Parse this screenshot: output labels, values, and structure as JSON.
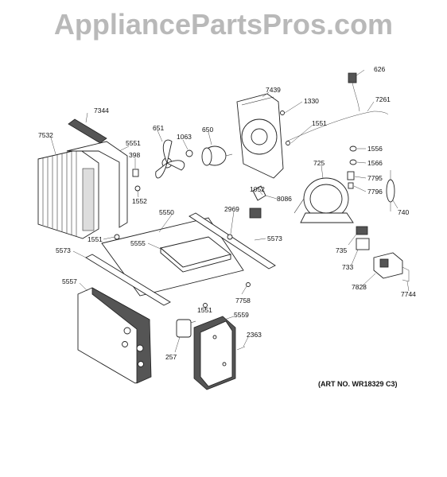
{
  "watermark": "AppliancePartsPros.com",
  "art_number": "(ART NO. WR18329 C3)",
  "callouts": [
    {
      "id": "c626",
      "text": "626"
    },
    {
      "id": "c7439",
      "text": "7439"
    },
    {
      "id": "c1330",
      "text": "1330"
    },
    {
      "id": "c7261",
      "text": "7261"
    },
    {
      "id": "c7344",
      "text": "7344"
    },
    {
      "id": "c1551a",
      "text": "1551"
    },
    {
      "id": "c651",
      "text": "651"
    },
    {
      "id": "c1063",
      "text": "1063"
    },
    {
      "id": "c650",
      "text": "650"
    },
    {
      "id": "c7532",
      "text": "7532"
    },
    {
      "id": "c5551",
      "text": "5551"
    },
    {
      "id": "c398",
      "text": "398"
    },
    {
      "id": "c1556",
      "text": "1556"
    },
    {
      "id": "c1566",
      "text": "1566"
    },
    {
      "id": "c725",
      "text": "725"
    },
    {
      "id": "c7795",
      "text": "7795"
    },
    {
      "id": "c7796",
      "text": "7796"
    },
    {
      "id": "c1552",
      "text": "1552"
    },
    {
      "id": "c1052",
      "text": "1052"
    },
    {
      "id": "c8086",
      "text": "8086"
    },
    {
      "id": "c740",
      "text": "740"
    },
    {
      "id": "c5550",
      "text": "5550"
    },
    {
      "id": "c2969",
      "text": "2969"
    },
    {
      "id": "c1551b",
      "text": "1551"
    },
    {
      "id": "c5555",
      "text": "5555"
    },
    {
      "id": "c5573a",
      "text": "5573"
    },
    {
      "id": "c735",
      "text": "735"
    },
    {
      "id": "c5573b",
      "text": "5573"
    },
    {
      "id": "c733",
      "text": "733"
    },
    {
      "id": "c5557",
      "text": "5557"
    },
    {
      "id": "c7828",
      "text": "7828"
    },
    {
      "id": "c7744",
      "text": "7744"
    },
    {
      "id": "c7758",
      "text": "7758"
    },
    {
      "id": "c1551c",
      "text": "1551"
    },
    {
      "id": "c5559",
      "text": "5559"
    },
    {
      "id": "c2363",
      "text": "2363"
    },
    {
      "id": "c257",
      "text": "257"
    }
  ]
}
